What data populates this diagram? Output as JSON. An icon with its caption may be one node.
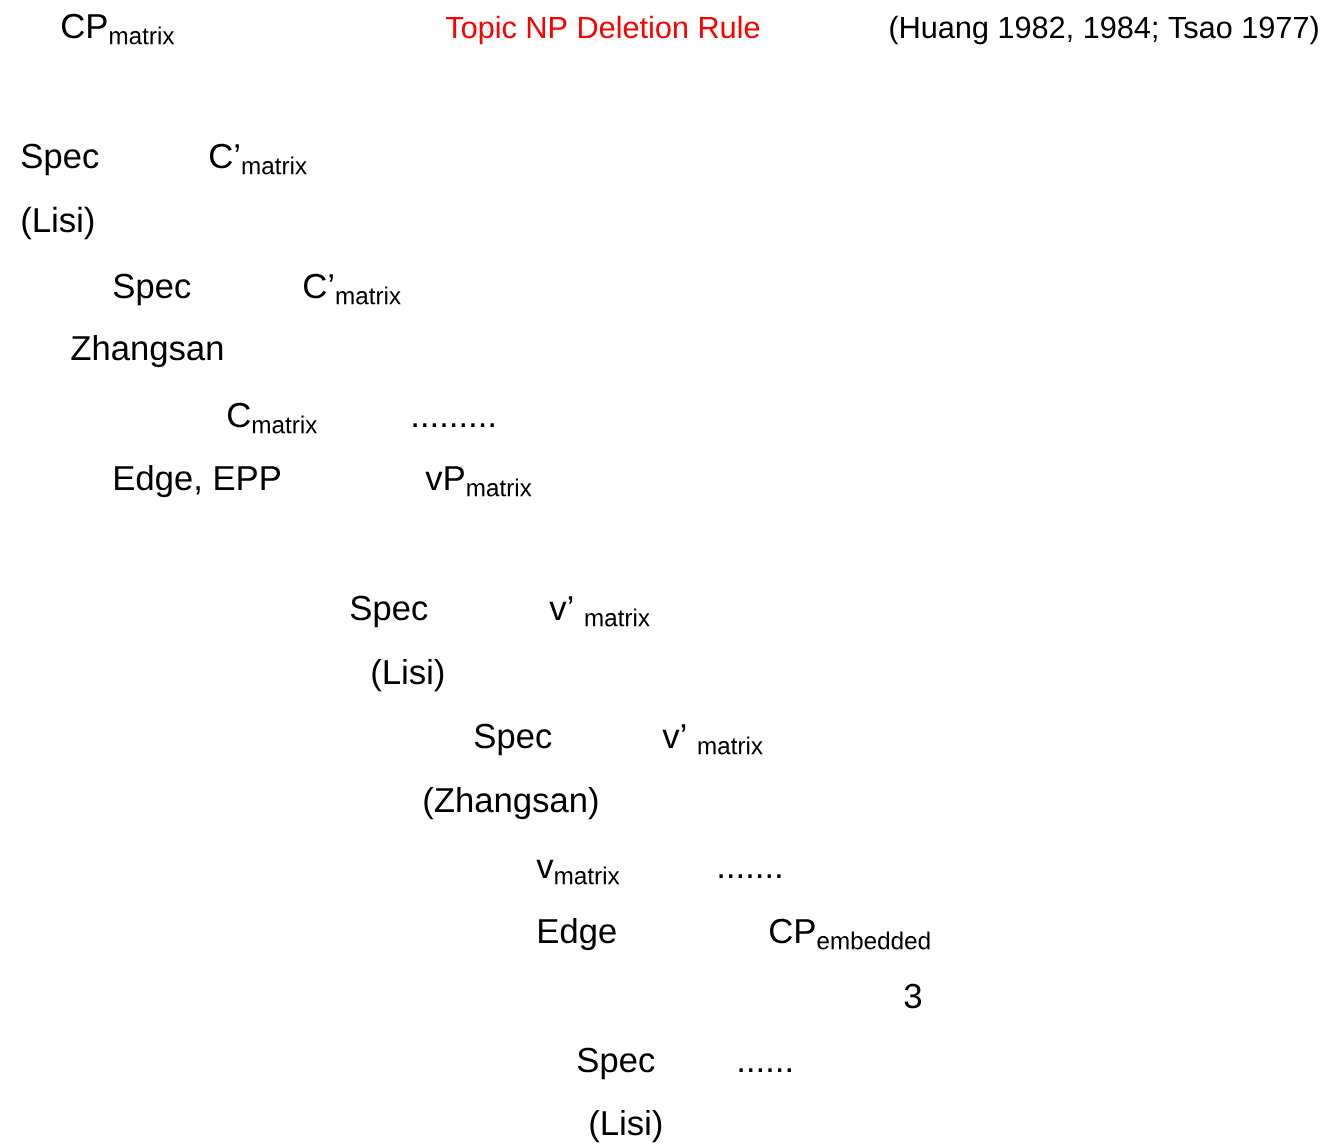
{
  "diagram": {
    "title": "Topic NP Deletion Rule",
    "labels": [
      "CP$_{matrix}$",
      "(Huang 1982, 1984; Tsao 1977)",
      "Spec",
      "C’$_{matrix}$",
      "(Lisi)",
      "Spec",
      "C’$_{matrix}$",
      "Zhangsan",
      "C$_{matrix}$",
      ".........",
      "Edge, EPP",
      "vP$_{matrix}$",
      "Spec",
      "v’ $_{matrix}$",
      "(Lisi)",
      "Spec",
      "v’ $_{matrix}$",
      "(Zhangsan)",
      "v$_{matrix}$",
      ".......",
      "Edge",
      "CP$_{embedded}$",
      "3",
      "Spec",
      "......",
      "(Lisi)"
    ]
  }
}
